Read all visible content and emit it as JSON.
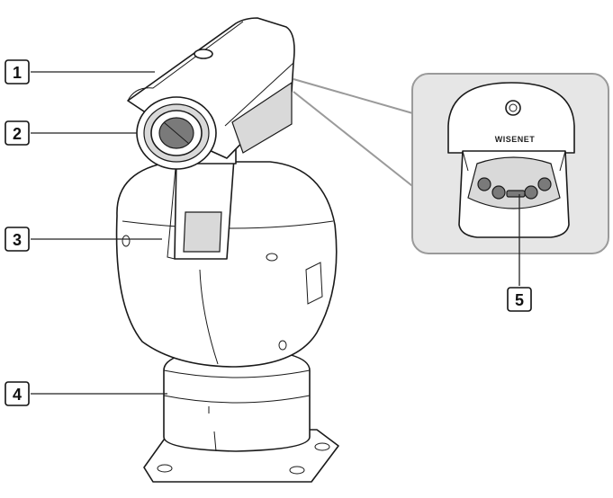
{
  "diagram": {
    "callouts": [
      {
        "id": "1",
        "label": "1"
      },
      {
        "id": "2",
        "label": "2"
      },
      {
        "id": "3",
        "label": "3"
      },
      {
        "id": "4",
        "label": "4"
      },
      {
        "id": "5",
        "label": "5"
      }
    ],
    "logo_text": "WISENET",
    "colors": {
      "detail_panel_fill": "#e6e6e6",
      "detail_panel_stroke": "#9a9a9a",
      "line": "#1a1a1a"
    }
  }
}
